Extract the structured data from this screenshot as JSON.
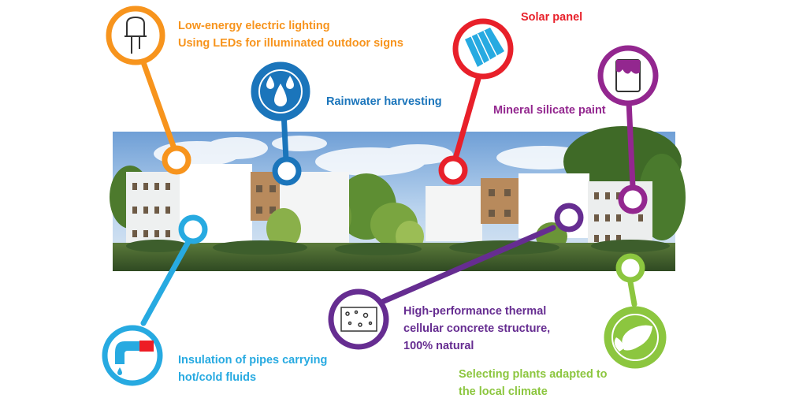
{
  "colors": {
    "orange": "#f7941d",
    "blue": "#1b75bb",
    "red": "#e8202a",
    "magenta": "#93278f",
    "cyan": "#27aae1",
    "purple": "#662d91",
    "green": "#8cc63f",
    "pipe_red": "#ed1c24"
  },
  "callouts": [
    {
      "id": "led",
      "icon": "led-bulb-icon",
      "color_key": "orange",
      "lines": [
        "Low-energy electric lighting",
        "Using LEDs for illuminated outdoor signs"
      ]
    },
    {
      "id": "rain",
      "icon": "water-drops-icon",
      "color_key": "blue",
      "lines": [
        "Rainwater harvesting"
      ]
    },
    {
      "id": "solar",
      "icon": "solar-panel-icon",
      "color_key": "red",
      "lines": [
        "Solar panel"
      ]
    },
    {
      "id": "paint",
      "icon": "paint-can-icon",
      "color_key": "magenta",
      "lines": [
        "Mineral silicate paint"
      ]
    },
    {
      "id": "pipes",
      "icon": "pipe-icon",
      "color_key": "cyan",
      "lines": [
        "Insulation of pipes carrying",
        "hot/cold fluids"
      ]
    },
    {
      "id": "concrete",
      "icon": "concrete-block-icon",
      "color_key": "purple",
      "lines": [
        "High-performance thermal",
        "cellular concrete structure,",
        "100% natural"
      ]
    },
    {
      "id": "plants",
      "icon": "leaf-icon",
      "color_key": "green",
      "lines": [
        "Selecting plants adapted to",
        "the local climate"
      ]
    }
  ]
}
